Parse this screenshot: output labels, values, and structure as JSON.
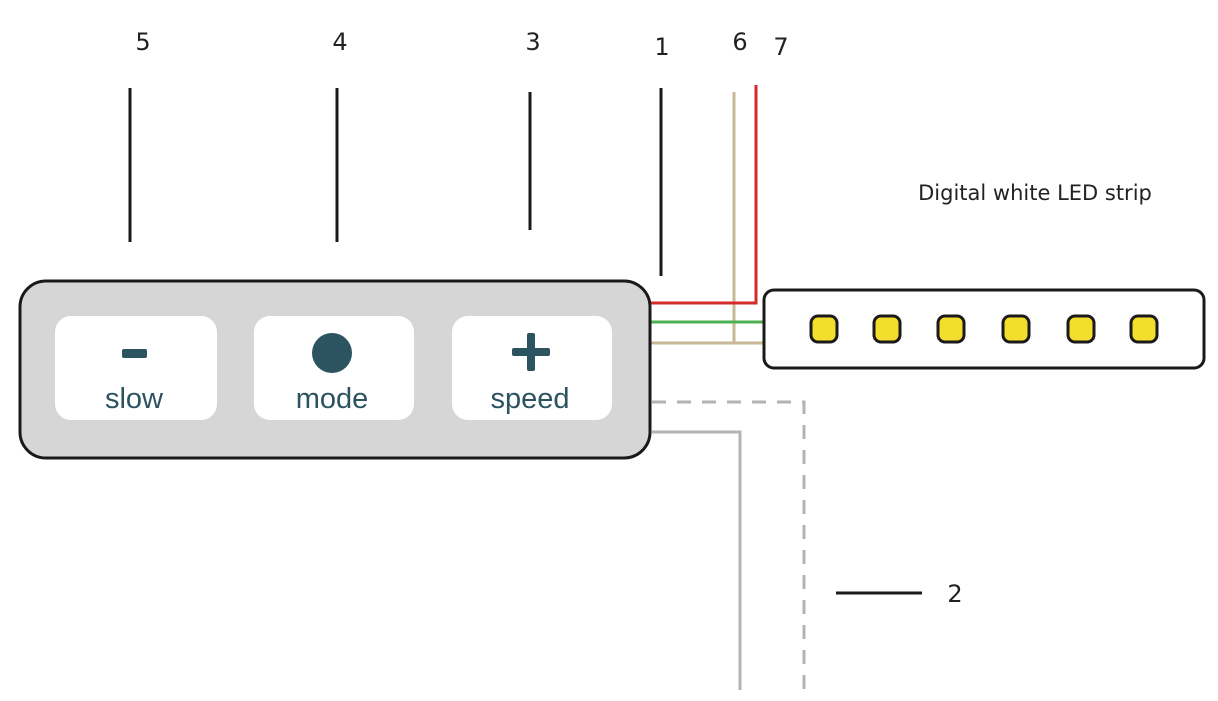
{
  "strip": {
    "label": "Digital white LED strip",
    "led_count": 6
  },
  "controller": {
    "buttons": [
      {
        "symbol": "minus-icon",
        "label": "slow"
      },
      {
        "symbol": "dot-icon",
        "label": "mode"
      },
      {
        "symbol": "plus-icon",
        "label": "speed"
      }
    ]
  },
  "callouts": {
    "c1": "1",
    "c2": "2",
    "c3": "3",
    "c4": "4",
    "c5": "5",
    "c6": "6",
    "c7": "7"
  },
  "colors": {
    "wire_red": "#d42a2a",
    "wire_green": "#4caf50",
    "wire_tan": "#c8b896",
    "wire_gray": "#b3b3b3",
    "controller_fill": "#d6d6d6",
    "button_fill": "#ffffff",
    "label_text": "#2b5360",
    "led_fill": "#f3dd2d",
    "outline": "#1a1a1a"
  }
}
